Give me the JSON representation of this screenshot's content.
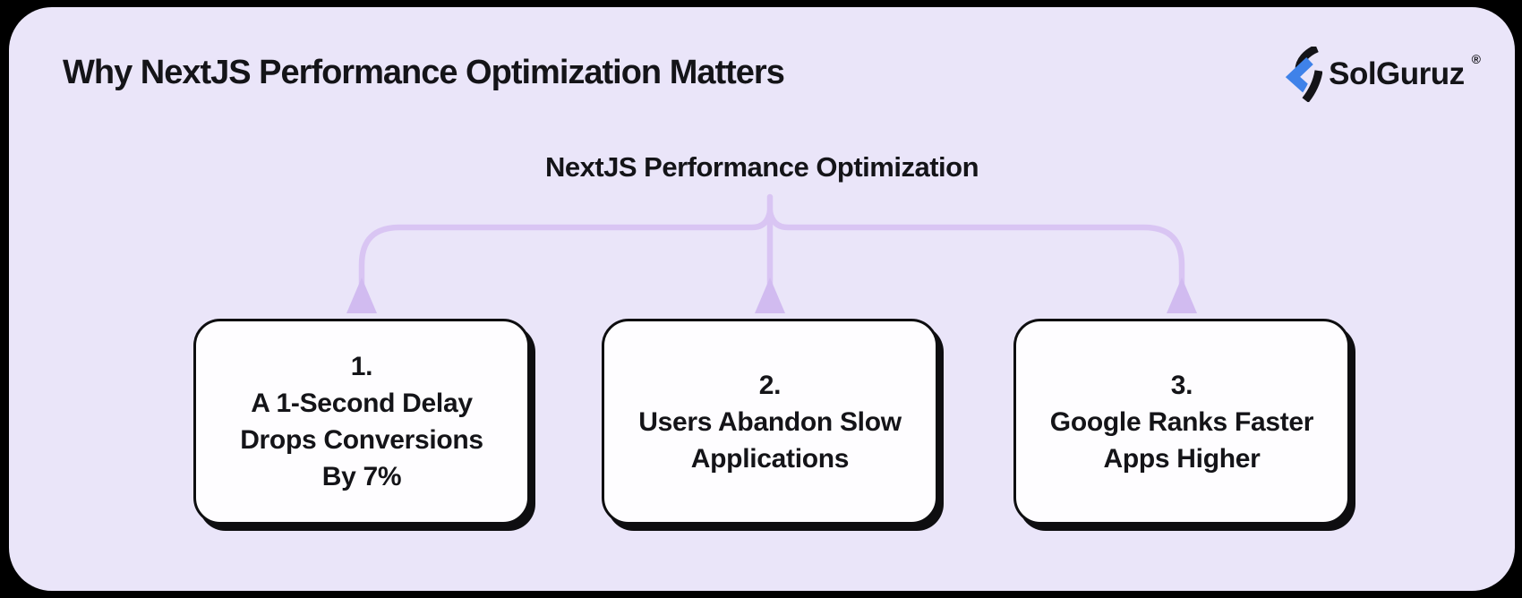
{
  "colors": {
    "page_bg": "#000000",
    "panel": "#eae5f9",
    "ink": "#141418",
    "card_bg": "#fefdff",
    "card_border": "#0e0e10",
    "connector": "#d9c5f3",
    "arrow": "#d1bbf0",
    "logo_blue": "#3f82e9"
  },
  "header": {
    "title": "Why NextJS Performance Optimization Matters",
    "logo": {
      "text": "SolGuruz",
      "registered": "®",
      "icon": "solguruz-bolt-icon"
    }
  },
  "diagram": {
    "root_label": "NextJS Performance Optimization",
    "boxes": [
      {
        "number": "1.",
        "lines": [
          "A 1-Second Delay",
          "Drops Conversions",
          "By 7%"
        ]
      },
      {
        "number": "2.",
        "lines": [
          "Users Abandon Slow",
          "Applications"
        ]
      },
      {
        "number": "3.",
        "lines": [
          "Google Ranks Faster",
          "Apps Higher"
        ]
      }
    ]
  }
}
